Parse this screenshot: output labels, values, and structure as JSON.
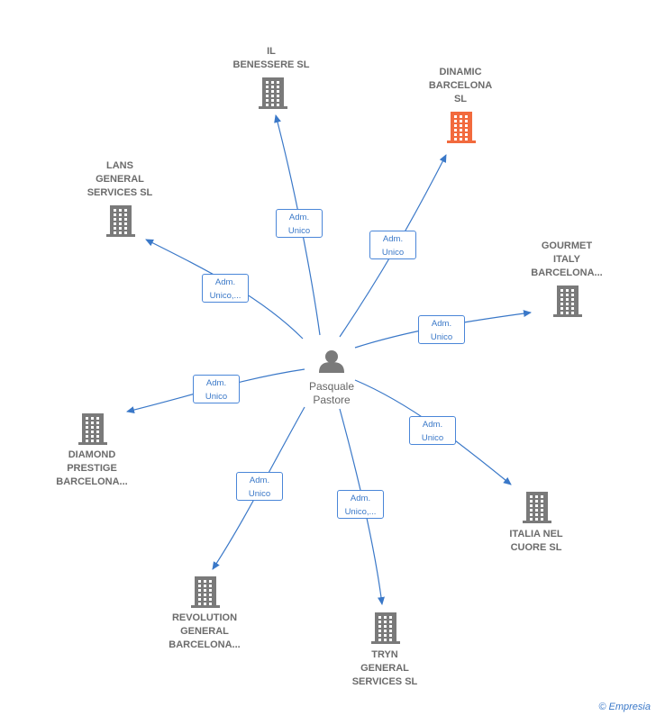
{
  "center": {
    "name_lines": [
      "Pasquale",
      "Pastore"
    ],
    "icon": "person-icon"
  },
  "companies": [
    {
      "id": "il-benessere",
      "label_lines": [
        "IL",
        "BENESSERE SL"
      ],
      "highlight": false,
      "role_lines": [
        "Adm.",
        "Unico"
      ]
    },
    {
      "id": "dinamic-barcelona",
      "label_lines": [
        "DINAMIC",
        "BARCELONA",
        "SL"
      ],
      "highlight": true,
      "role_lines": [
        "Adm.",
        "Unico"
      ]
    },
    {
      "id": "lans-general",
      "label_lines": [
        "LANS",
        "GENERAL",
        "SERVICES  SL"
      ],
      "highlight": false,
      "role_lines": [
        "Adm.",
        "Unico,..."
      ]
    },
    {
      "id": "gourmet-italy",
      "label_lines": [
        "GOURMET",
        "ITALY",
        "BARCELONA..."
      ],
      "highlight": false,
      "role_lines": [
        "Adm.",
        "Unico"
      ]
    },
    {
      "id": "diamond-prestige",
      "label_lines": [
        "DIAMOND",
        "PRESTIGE",
        "BARCELONA..."
      ],
      "highlight": false,
      "role_lines": [
        "Adm.",
        "Unico"
      ]
    },
    {
      "id": "italia-nel-cuore",
      "label_lines": [
        "ITALIA NEL",
        "CUORE  SL"
      ],
      "highlight": false,
      "role_lines": [
        "Adm.",
        "Unico"
      ]
    },
    {
      "id": "revolution-general",
      "label_lines": [
        "REVOLUTION",
        "GENERAL",
        "BARCELONA..."
      ],
      "highlight": false,
      "role_lines": [
        "Adm.",
        "Unico"
      ]
    },
    {
      "id": "tryn-general",
      "label_lines": [
        "TRYN",
        "GENERAL",
        "SERVICES  SL"
      ],
      "highlight": false,
      "role_lines": [
        "Adm.",
        "Unico,..."
      ]
    }
  ],
  "colors": {
    "edge": "#3a78c8",
    "building": "#7a7a7a",
    "building_highlight": "#f26a3d",
    "person": "#7a7a7a"
  },
  "icons": {
    "building": "building-icon",
    "copyright": "copyright-icon"
  },
  "watermark": {
    "symbol": "©",
    "brand": "Empresia"
  }
}
